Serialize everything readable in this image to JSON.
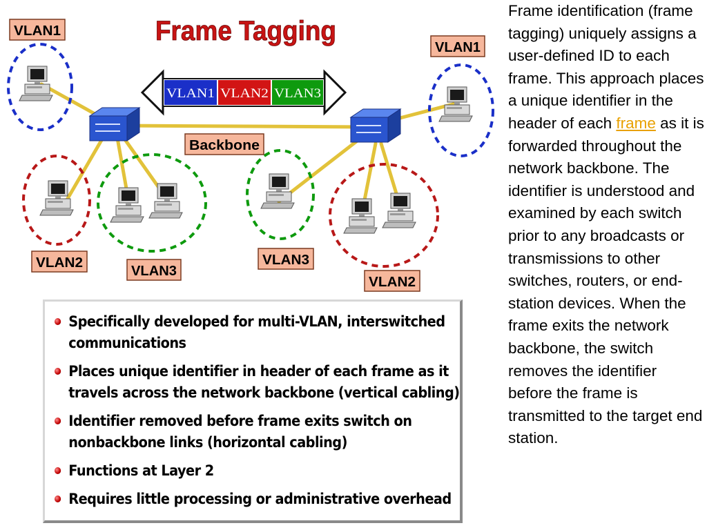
{
  "diagram": {
    "title": "Frame Tagging",
    "frame_labels": [
      "VLAN1",
      "VLAN2",
      "VLAN3"
    ],
    "backbone_label": "Backbone",
    "tags": {
      "vlan1_left": "VLAN1",
      "vlan1_right": "VLAN1",
      "vlan2_left": "VLAN2",
      "vlan3_left": "VLAN3",
      "vlan3_right": "VLAN3",
      "vlan2_right": "VLAN2"
    },
    "colors": {
      "vlan1": "#1a2fc8",
      "vlan2": "#d21414",
      "vlan3": "#0e9a0e",
      "cable": "#e2c23a",
      "switch": "#2a5ad8"
    }
  },
  "bullets": [
    "Specifically developed for multi-VLAN, interswitched communications",
    "Places unique identifier in header of each frame as it travels across the network backbone (vertical cabling)",
    "Identifier removed before frame exits switch on nonbackbone links (horizontal cabling)",
    "Functions at Layer 2",
    "Requires little processing or administrative overhead"
  ],
  "description": {
    "before_link": "Frame identification (frame tagging) uniquely assigns a user-defined ID to each frame. This approach places a unique identifier in the header of each ",
    "link_text": "frame",
    "after_link": " as it is forwarded throughout the network backbone. The identifier is understood and examined by each switch prior to any broadcasts or transmissions to other switches, routers, or end-station devices. When the frame exits the network backbone, the switch removes the identifier before the frame is transmitted to the target end station."
  }
}
